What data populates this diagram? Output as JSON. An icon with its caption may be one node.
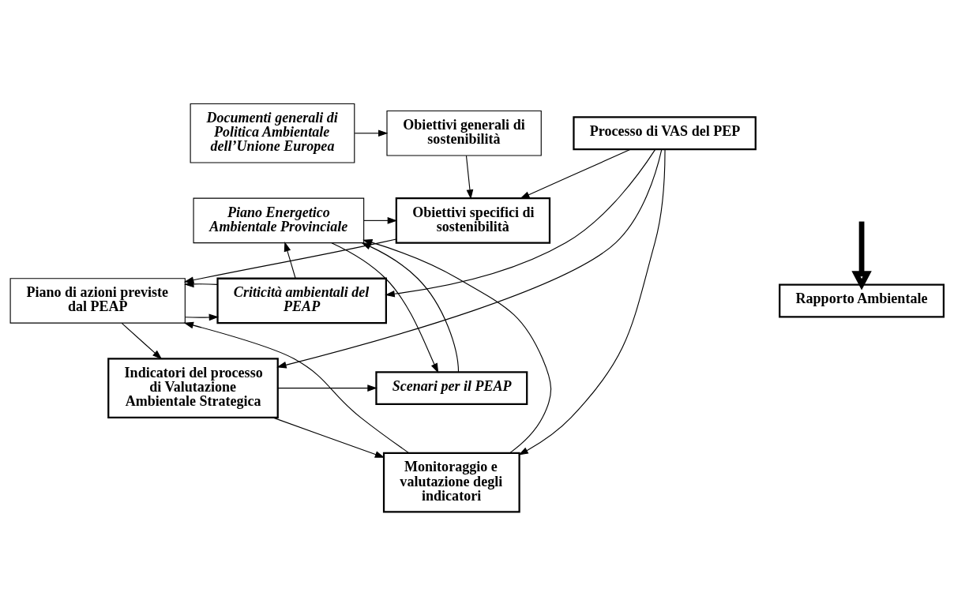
{
  "diagram": {
    "nodes": [
      {
        "text": [
          "Processo di VAS del PEP"
        ]
      },
      {
        "text": [
          "Obiettivi generali di sostenibilità"
        ]
      },
      {
        "text": [
          "Documenti generali di Politica Ambientale dell’Unione Europea"
        ]
      },
      {
        "text": [
          "Obiettivi specifici di sostenibilità"
        ]
      },
      {
        "text": [
          "Piano Energetico Ambientale Provinciale"
        ]
      },
      {
        "text": [
          "Rapporto Ambientale"
        ]
      },
      {
        "text": [
          "Piano di azioni previste dal PEAP"
        ]
      },
      {
        "text": [
          "Criticità ambientali del PEAP"
        ]
      },
      {
        "text": [
          "Indicatori del processo di Valutazione Ambientale Strategica"
        ]
      },
      {
        "text": [
          "Scenari per il PEAP"
        ]
      },
      {
        "text": [
          "Monitoraggio e valutazione degli indicatori"
        ]
      }
    ],
    "edges": [
      {
        "from": 2,
        "to": 1,
        "arrow": "to"
      },
      {
        "from": 1,
        "to": 3,
        "arrow": "to"
      },
      {
        "from": 0,
        "to": 3,
        "arrow": "to"
      },
      {
        "from": 4,
        "to": 3,
        "arrow": "to"
      },
      {
        "from": null,
        "to": 5,
        "arrow": "to",
        "style": "thick"
      },
      {
        "from": 3,
        "to": 6,
        "arrow": "to"
      },
      {
        "from": 6,
        "to": 7,
        "arrow": "to"
      },
      {
        "from": 7,
        "to": 6,
        "arrow": "to"
      },
      {
        "from": 7,
        "to": 4,
        "arrow": "to"
      },
      {
        "from": 0,
        "to": 7,
        "arrow": "to"
      },
      {
        "from": 6,
        "to": 8,
        "arrow": "to"
      },
      {
        "from": 0,
        "to": 8,
        "arrow": "to"
      },
      {
        "from": 8,
        "to": 9,
        "arrow": "to"
      },
      {
        "from": 9,
        "to": 4,
        "arrow": "to"
      },
      {
        "from": 4,
        "to": 9,
        "arrow": "to"
      },
      {
        "from": 8,
        "to": 10,
        "arrow": "to"
      },
      {
        "from": 0,
        "to": 10,
        "arrow": "to"
      },
      {
        "from": 10,
        "to": 6,
        "arrow": "to"
      },
      {
        "from": 10,
        "to": 4,
        "arrow": "to"
      }
    ]
  }
}
